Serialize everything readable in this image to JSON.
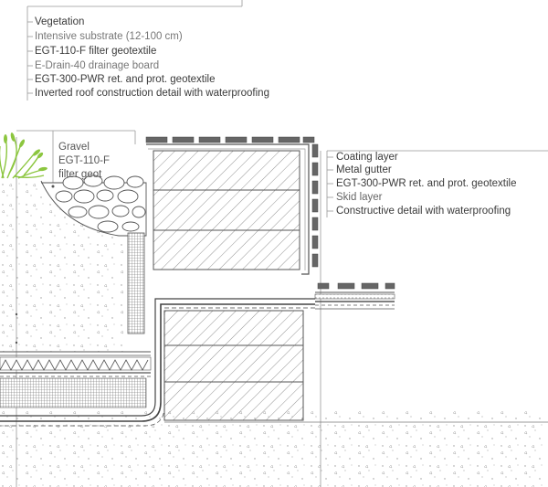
{
  "top_labels": [
    "Vegetation",
    "Intensive substrate (12-100 cm)",
    "EGT-110-F filter geotextile",
    "E-Drain-40 drainage board",
    "EGT-300-PWR ret. and prot. geotextile",
    "Inverted roof construction detail with waterproofing"
  ],
  "left_labels": [
    "Gravel",
    "EGT-110-F",
    "filter geot"
  ],
  "right_labels": [
    "Coating layer",
    "Metal gutter",
    "EGT-300-PWR ret. and prot. geotextile",
    "Skid layer",
    "Constructive detail with waterproofing"
  ],
  "colors": {
    "line": "#555555",
    "light_line": "#999999",
    "vegetation": "#8cc63f",
    "fill_dark": "#666666"
  }
}
